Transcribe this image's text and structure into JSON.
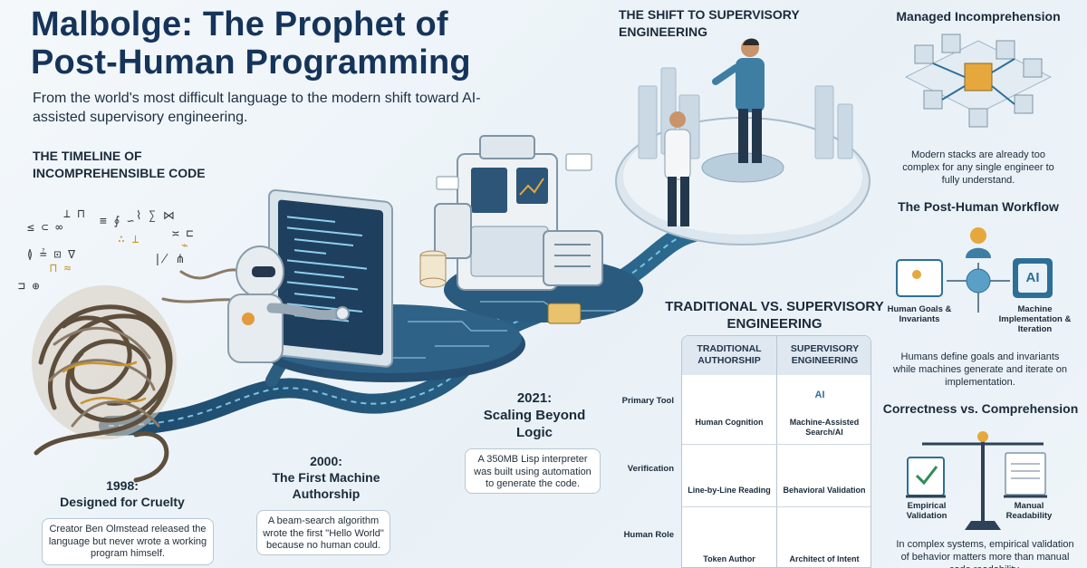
{
  "header": {
    "title": "Malbolge: The Prophet of Post-Human Programming",
    "subtitle": "From the world's most difficult language to the modern shift toward AI-assisted supervisory engineering."
  },
  "timeline": {
    "title": "THE TIMELINE OF INCOMPREHENSIBLE CODE",
    "milestones": [
      {
        "year": "1998:",
        "heading": "Designed for Cruelty",
        "text": "Creator Ben Olmstead released the language but never wrote a working program himself."
      },
      {
        "year": "2000:",
        "heading": "The First Machine Authorship",
        "text": "A beam-search algorithm wrote the first \"Hello World\" because no human could."
      },
      {
        "year": "2021:",
        "heading": "Scaling Beyond Logic",
        "text": "A 350MB Lisp interpreter was built using automation to generate the code."
      }
    ]
  },
  "shift": {
    "title": "THE SHIFT TO SUPERVISORY ENGINEERING"
  },
  "comparison": {
    "title": "TRADITIONAL VS. SUPERVISORY ENGINEERING",
    "columns": [
      "TRADITIONAL AUTHORSHIP",
      "SUPERVISORY ENGINEERING"
    ],
    "rows": [
      {
        "label": "Primary Tool",
        "traditional": "Human Cognition",
        "supervisory": "Machine-Assisted Search/AI"
      },
      {
        "label": "Verification",
        "traditional": "Line-by-Line Reading",
        "supervisory": "Behavioral Validation"
      },
      {
        "label": "Human Role",
        "traditional": "Token Author",
        "supervisory": "Architect of Intent"
      }
    ]
  },
  "managed": {
    "title": "Managed Incomprehension",
    "text": "Modern stacks are already too complex for any single engineer to fully understand."
  },
  "workflow": {
    "title": "The Post-Human Workflow",
    "left_label": "Human Goals & Invariants",
    "right_label": "Machine Implementation & Iteration",
    "chip_text": "AI",
    "text": "Humans define goals and invariants while machines generate and iterate on implementation."
  },
  "correctness": {
    "title": "Correctness vs. Comprehension",
    "left_label": "Empirical Validation",
    "right_label": "Manual Readability",
    "text": "In complex systems, empirical validation of behavior matters more than manual code readability."
  },
  "colors": {
    "navy": "#15345a",
    "accent_blue": "#3d86b5",
    "gold": "#c8932f",
    "tangle": "#6b5a45"
  }
}
